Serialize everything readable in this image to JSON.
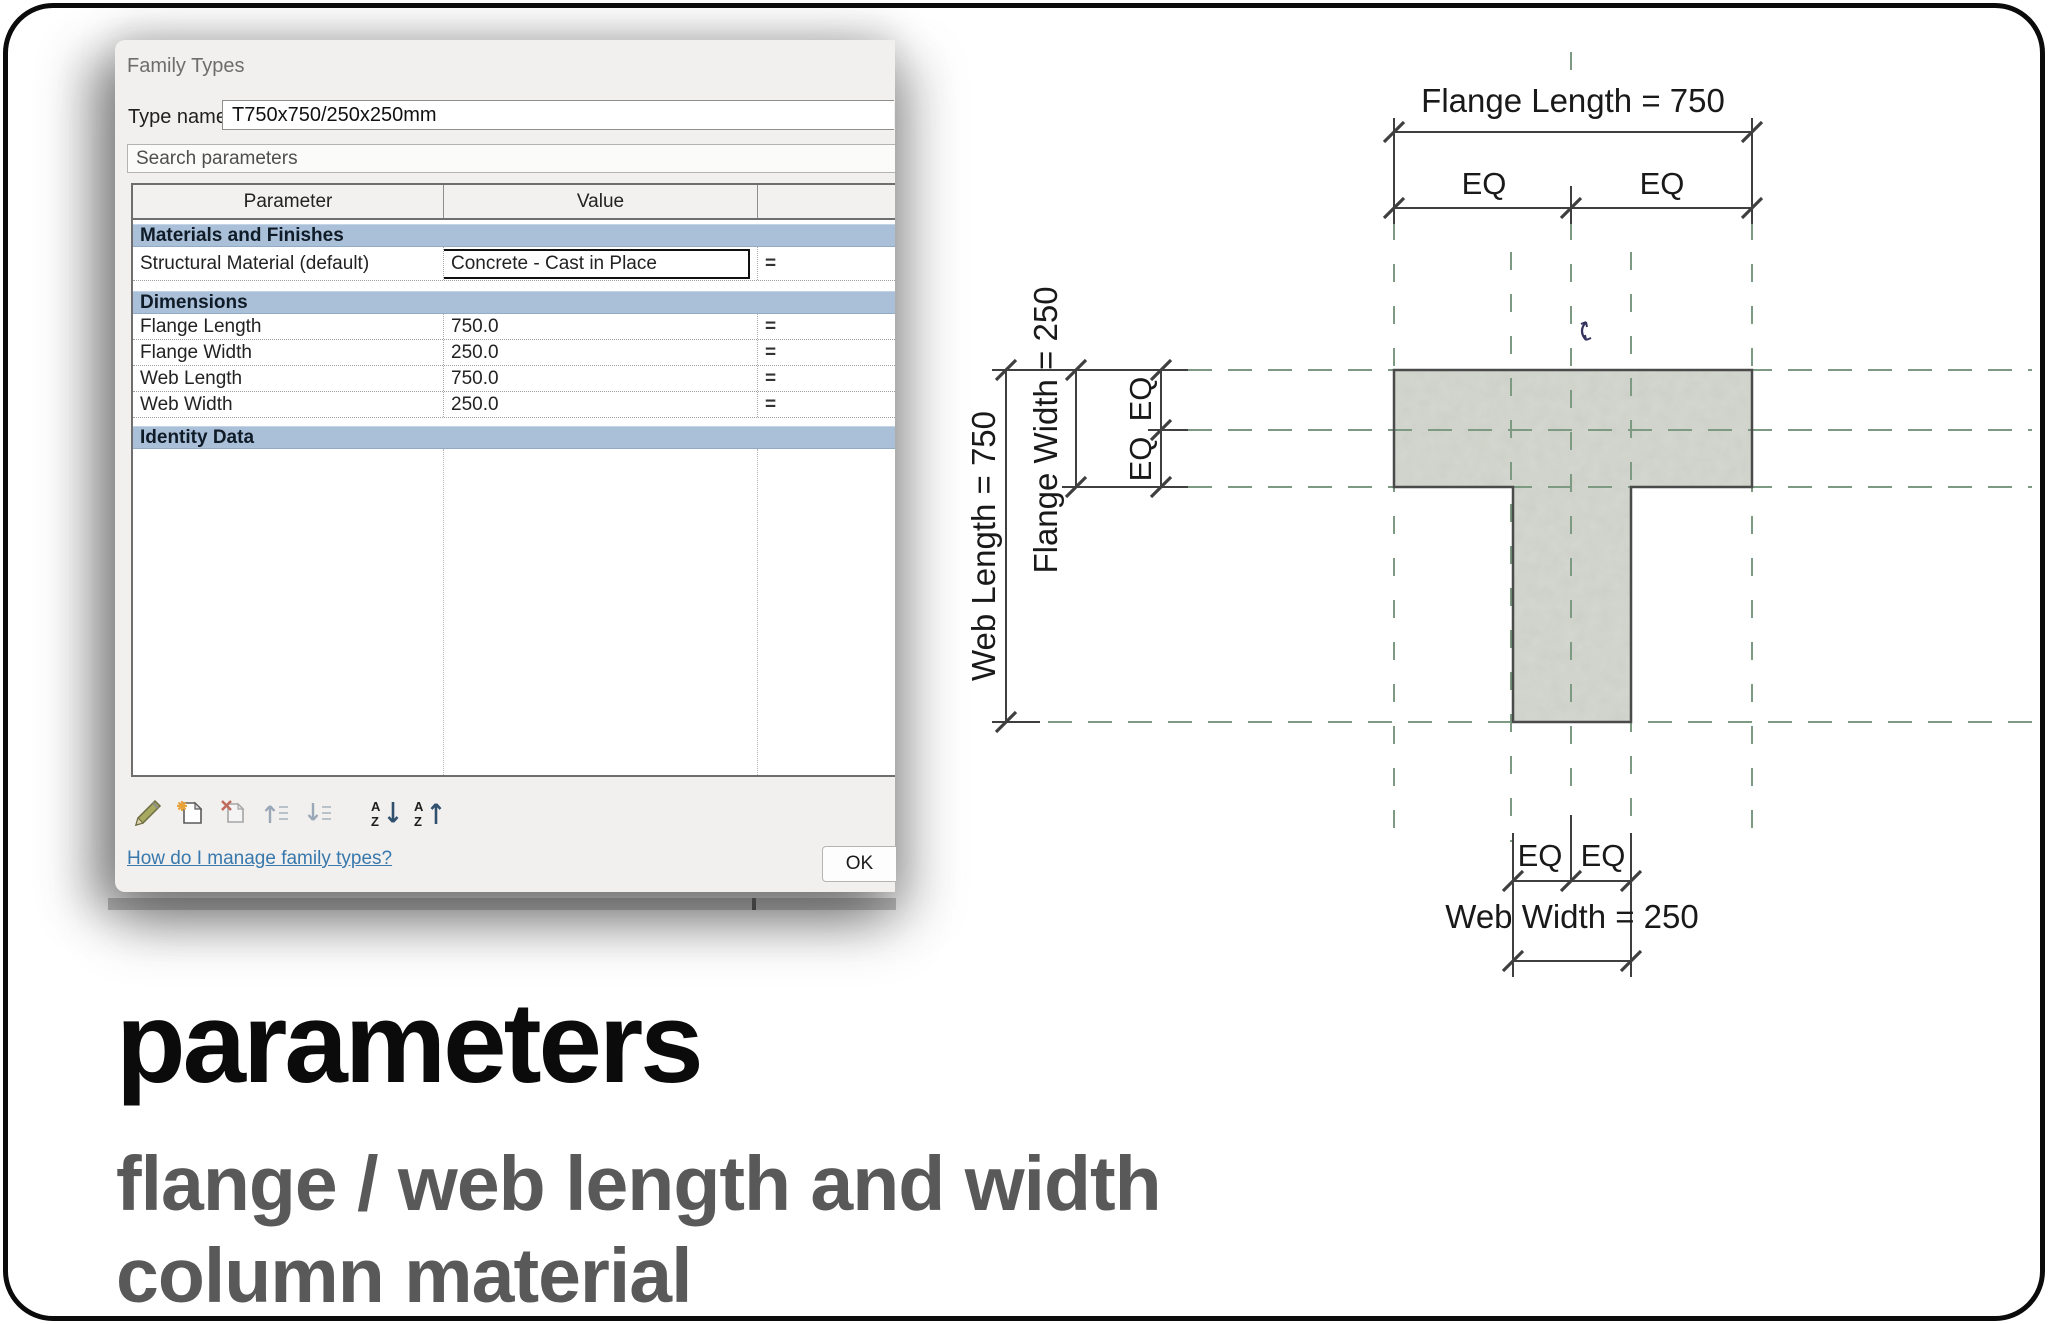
{
  "dialog": {
    "title": "Family Types",
    "type_name": {
      "label": "Type name:",
      "value": "T750x750/250x250mm"
    },
    "search": {
      "placeholder": "Search parameters"
    },
    "table": {
      "col_parameter": "Parameter",
      "col_value": "Value",
      "group_materials": "Materials and Finishes",
      "group_dimensions": "Dimensions",
      "group_identity": "Identity Data",
      "rows": [
        {
          "name": "Structural Material (default)",
          "value": "Concrete - Cast in Place",
          "eq": "="
        },
        {
          "name": "Flange Length",
          "value": "750.0",
          "eq": "="
        },
        {
          "name": "Flange Width",
          "value": "250.0",
          "eq": "="
        },
        {
          "name": "Web Length",
          "value": "750.0",
          "eq": "="
        },
        {
          "name": "Web Width",
          "value": "250.0",
          "eq": "="
        }
      ]
    },
    "toolbar": {
      "icons": [
        "edit-type-parameters",
        "new-parameter",
        "delete-parameter",
        "move-parameter-up",
        "move-parameter-down",
        "sort-ascending",
        "sort-descending"
      ],
      "sort_glyph_a": "A",
      "sort_glyph_z": "Z"
    },
    "help_link": "How do I manage family types?",
    "ok_button": "OK"
  },
  "drawing": {
    "flange_length_label": "Flange Length = 750",
    "flange_width_label": "Flange Width = 250",
    "web_length_label": "Web Length = 750",
    "web_width_label": "Web Width = 250",
    "eq": "EQ"
  },
  "caption": {
    "title": "parameters",
    "subtitle1": "flange / web length and width",
    "subtitle2": "column material"
  },
  "colors": {
    "group_header_bg": "#aac0d8",
    "selection_box_border": "#101010",
    "link_blue": "#3878ad",
    "concrete_fill": "#d5d8d0",
    "reference_plane_green": "#7d9a82",
    "dimension_line": "#3f3f3f",
    "caption_title": "#0b0b0b",
    "caption_subtitle": "#595959"
  }
}
